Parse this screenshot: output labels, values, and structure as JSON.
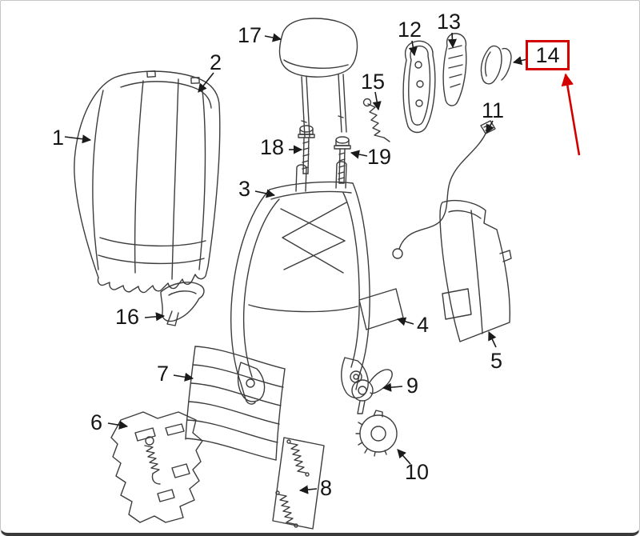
{
  "diagram": {
    "line_color": "#3c3c3c",
    "label_color": "#161616",
    "highlight": {
      "part": "14",
      "color": "#d40000"
    },
    "labels": [
      {
        "part": 1,
        "text": "1"
      },
      {
        "part": 2,
        "text": "2"
      },
      {
        "part": 3,
        "text": "3"
      },
      {
        "part": 4,
        "text": "4"
      },
      {
        "part": 5,
        "text": "5"
      },
      {
        "part": 6,
        "text": "6"
      },
      {
        "part": 7,
        "text": "7"
      },
      {
        "part": 8,
        "text": "8"
      },
      {
        "part": 9,
        "text": "9"
      },
      {
        "part": 10,
        "text": "10"
      },
      {
        "part": 11,
        "text": "11"
      },
      {
        "part": 12,
        "text": "12"
      },
      {
        "part": 13,
        "text": "13"
      },
      {
        "part": 14,
        "text": "14"
      },
      {
        "part": 15,
        "text": "15"
      },
      {
        "part": 16,
        "text": "16"
      },
      {
        "part": 17,
        "text": "17"
      },
      {
        "part": 18,
        "text": "18"
      },
      {
        "part": 19,
        "text": "19"
      }
    ]
  }
}
